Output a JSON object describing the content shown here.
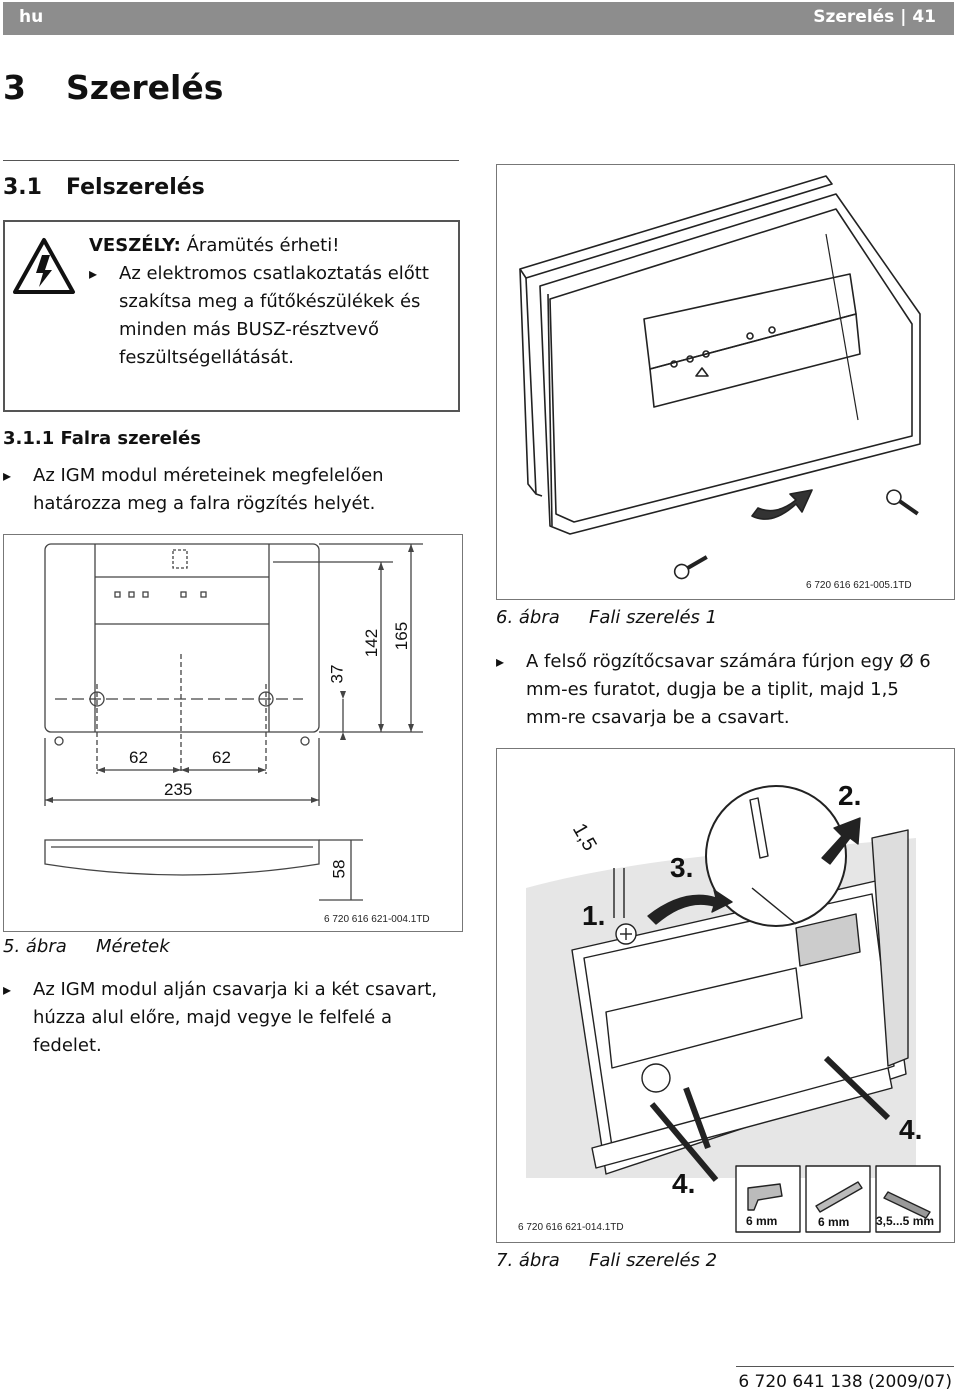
{
  "header": {
    "lang": "hu",
    "title": "Szerelés | 41"
  },
  "chapter": {
    "number": "3",
    "title": "Szerelés"
  },
  "section": {
    "number": "3.1",
    "title": "Felszerelés"
  },
  "warning": {
    "label": "VESZÉLY:",
    "text": "Áramütés érheti!",
    "bullet": "Az elektromos csatlakoztatás előtt szakítsa meg a fűtőkészülékek és minden más BUSZ-résztvevő feszültségellátását."
  },
  "subsection": {
    "title": "3.1.1 Falra szerelés"
  },
  "step1": "Az IGM modul méreteinek megfelelően határozza meg a falra rögzítés helyét.",
  "figure5": {
    "dims": {
      "d62a": "62",
      "d62b": "62",
      "d235": "235",
      "d37": "37",
      "d142": "142",
      "d165": "165",
      "d58": "58"
    },
    "code": "6 720 616 621-004.1TD",
    "label": "5. ábra",
    "title": "Méretek"
  },
  "step2": "Az IGM modul alján csavarja ki a két csavart, húzza alul előre, majd vegye le felfelé a fedelet.",
  "figure6": {
    "code": "6 720 616 621-005.1TD",
    "label": "6. ábra",
    "title": "Fali szerelés 1"
  },
  "step3": "A felső rögzítőcsavar számára fúrjon egy Ø 6 mm-es furatot, dugja be a tiplit, majd 1,5 mm-re csavarja be a csavart.",
  "figure7": {
    "steps": {
      "s1": "1.",
      "s2": "2.",
      "s3": "3.",
      "s4a": "4.",
      "s4b": "4."
    },
    "depth": "1,5",
    "tools": {
      "drill": "6 mm",
      "dowel": "6 mm",
      "screw": "3,5...5 mm"
    },
    "code": "6 720 616 621-014.1TD",
    "label": "7. ábra",
    "title": "Fali szerelés 2"
  },
  "footer": {
    "doc_code": "6 720 641 138 (2009/07)"
  }
}
